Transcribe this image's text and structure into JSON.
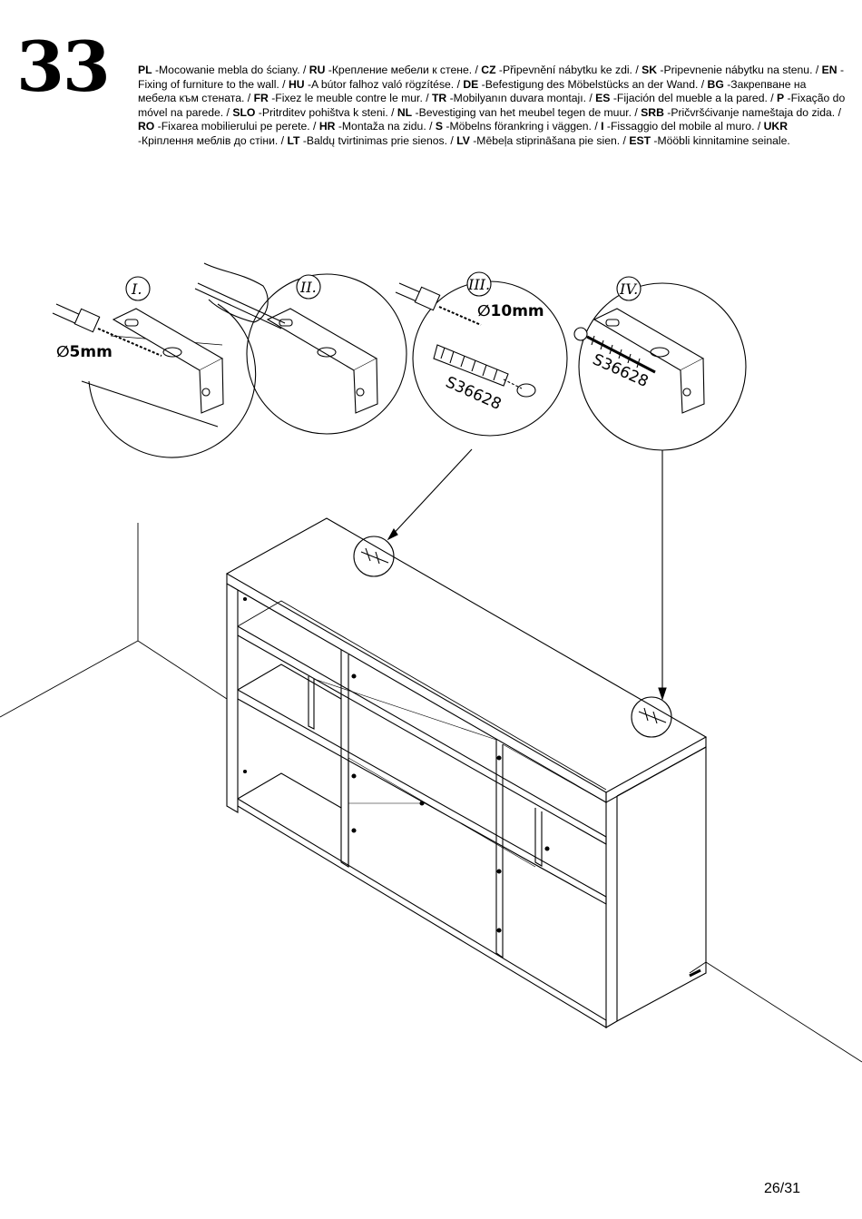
{
  "step_number": "33",
  "instructions": [
    {
      "code": "PL",
      "text": "-Mocowanie mebla do ściany. /"
    },
    {
      "code": "RU",
      "text": "-Крепление мебели к стене. /"
    },
    {
      "code": "CZ",
      "text": "-Připevnění nábytku ke zdi. /"
    },
    {
      "code": "SK",
      "text": "-Pripevnenie nábytku na stenu. /"
    },
    {
      "code": "EN",
      "text": "-Fixing of furniture to the wall. /"
    },
    {
      "code": "HU",
      "text": "-A bútor falhoz való rögzítése. /"
    },
    {
      "code": "DE",
      "text": "-Befestigung des Möbelstücks an der Wand. /"
    },
    {
      "code": "BG",
      "text": "-Закрепване на мебела към стената. /"
    },
    {
      "code": "FR",
      "text": "-Fixez le meuble contre le mur. /"
    },
    {
      "code": "TR",
      "text": "-Mobilyanın duvara montajı. /"
    },
    {
      "code": "ES",
      "text": "-Fijación del mueble a la pared. /"
    },
    {
      "code": "P",
      "text": "-Fixação do móvel na parede. /"
    },
    {
      "code": "SLO",
      "text": "-Pritrditev pohištva k steni. /"
    },
    {
      "code": "NL",
      "text": "-Bevestiging van het meubel tegen de muur. /"
    },
    {
      "code": "SRB",
      "text": "-Pričvršćivanje nameštaja do zida. /"
    },
    {
      "code": "RO",
      "text": "-Fixarea mobilierului pe perete. /"
    },
    {
      "code": "HR",
      "text": "-Montaža na zidu. /"
    },
    {
      "code": "S",
      "text": "-Möbelns förankring i väggen. /"
    },
    {
      "code": "I",
      "text": "-Fissaggio del mobile al muro. /"
    },
    {
      "code": "UKR",
      "text": "-Кріплення меблів до стіни. /"
    },
    {
      "code": "LT",
      "text": "-Baldų tvirtinimas prie sienos. /"
    },
    {
      "code": "LV",
      "text": "-Mēbeļa stiprināšana pie sien. /"
    },
    {
      "code": "EST",
      "text": "-Mööbli kinnitamine seinale."
    }
  ],
  "details": {
    "step1": {
      "roman": "I.",
      "drill": "∅5mm"
    },
    "step2": {
      "roman": "II."
    },
    "step3": {
      "roman": "III.",
      "drill": "∅10mm",
      "part": "S36628"
    },
    "step4": {
      "roman": "IV.",
      "part": "S36628"
    }
  },
  "page": "26/31"
}
